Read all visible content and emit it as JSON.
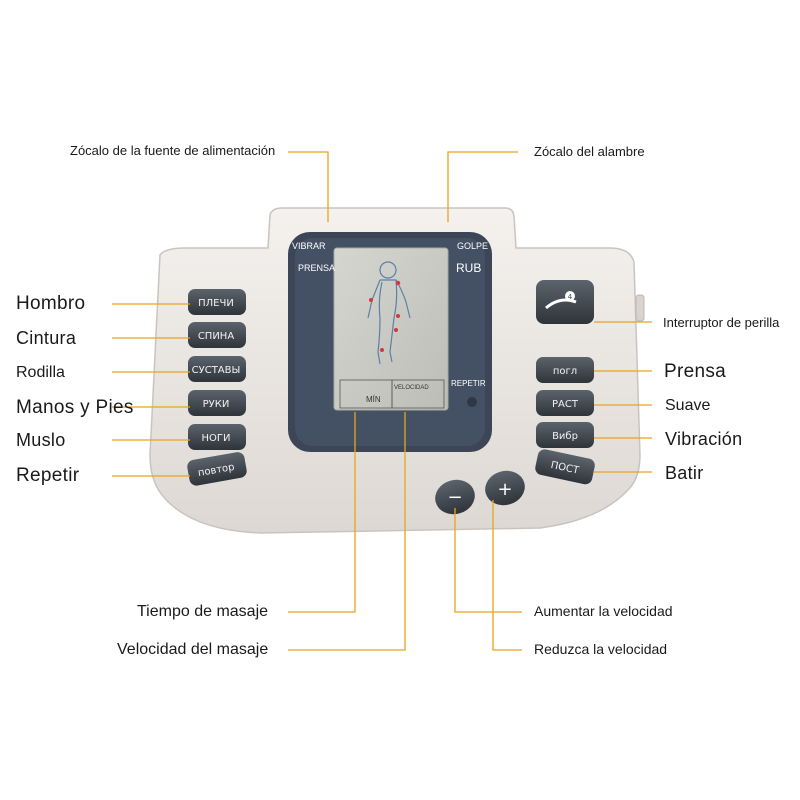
{
  "callouts": {
    "zocalo_fuente": "Zócalo de la fuente de alimentación",
    "zocalo_alambre": "Zócalo del alambre",
    "hombro": "Hombro",
    "cintura": "Cintura",
    "rodilla": "Rodilla",
    "manos_pies": "Manos y Pies",
    "muslo": "Muslo",
    "repetir": "Repetir",
    "interruptor": "Interruptor de perilla",
    "prensa": "Prensa",
    "suave": "Suave",
    "vibracion": "Vibración",
    "batir": "Batir",
    "tiempo_masaje": "Tiempo de masaje",
    "velocidad_masaje": "Velocidad del masaje",
    "aumentar": "Aumentar la velocidad",
    "reduzca": "Reduzca la velocidad"
  },
  "device": {
    "mode_vibrar": "VIBRAR",
    "mode_prensa": "PRENSA",
    "mode_golpe": "GOLPE",
    "mode_rub": "RUB",
    "mode_repetir": "REPETIR",
    "lcd_min": "MÍN",
    "lcd_velocidad": "VELOCIDAD",
    "left_buttons": [
      "ПЛЕЧИ",
      "СПИНА",
      "СУСТАВЫ",
      "РУКИ",
      "НОГИ",
      "повтор"
    ],
    "right_buttons": [
      "погл",
      "РАСТ",
      "Вибр",
      "ПОСТ"
    ],
    "minus_key": "−",
    "plus_key": "+"
  },
  "colors": {
    "leader": "#e8a51c",
    "shell": "#ebe7e3",
    "bezel": "#3d4656",
    "lcd": "#c9c9c4",
    "button": "#3f454d"
  }
}
